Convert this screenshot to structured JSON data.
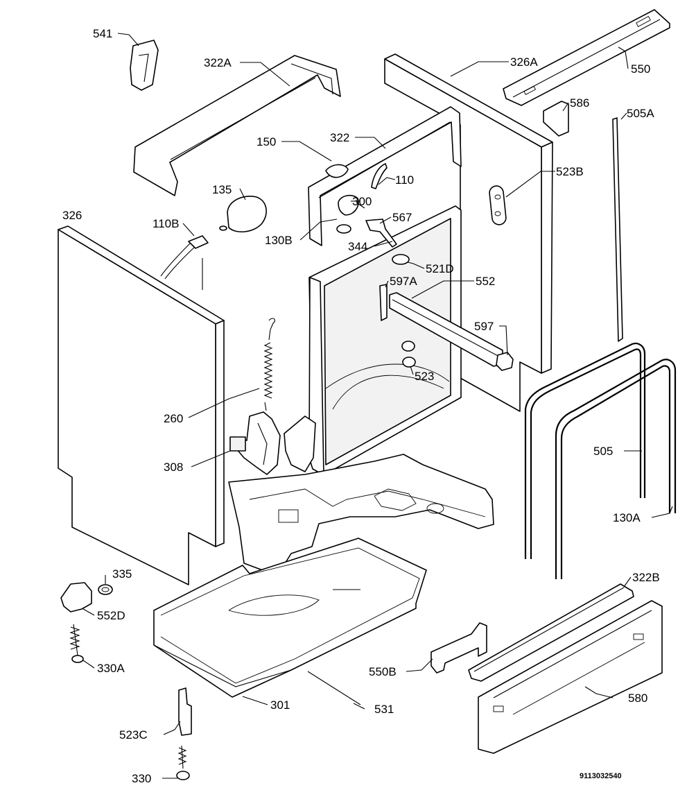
{
  "drawing_code": "9113032540",
  "parts": [
    {
      "id": "p541",
      "label": "541"
    },
    {
      "id": "p322a",
      "label": "322A"
    },
    {
      "id": "p326a",
      "label": "326A"
    },
    {
      "id": "p550",
      "label": "550"
    },
    {
      "id": "p586",
      "label": "586"
    },
    {
      "id": "p505a",
      "label": "505A"
    },
    {
      "id": "p150",
      "label": "150"
    },
    {
      "id": "p322",
      "label": "322"
    },
    {
      "id": "p110",
      "label": "110"
    },
    {
      "id": "p523b",
      "label": "523B"
    },
    {
      "id": "p135",
      "label": "135"
    },
    {
      "id": "p300",
      "label": "300"
    },
    {
      "id": "p326",
      "label": "326"
    },
    {
      "id": "p110b",
      "label": "110B"
    },
    {
      "id": "p567",
      "label": "567"
    },
    {
      "id": "p130b",
      "label": "130B"
    },
    {
      "id": "p344",
      "label": "344"
    },
    {
      "id": "p521d",
      "label": "521D"
    },
    {
      "id": "p597a",
      "label": "597A"
    },
    {
      "id": "p552",
      "label": "552"
    },
    {
      "id": "p597",
      "label": "597"
    },
    {
      "id": "p523",
      "label": "523"
    },
    {
      "id": "p260",
      "label": "260"
    },
    {
      "id": "p505",
      "label": "505"
    },
    {
      "id": "p308",
      "label": "308"
    },
    {
      "id": "p130a",
      "label": "130A"
    },
    {
      "id": "p335",
      "label": "335"
    },
    {
      "id": "p322b",
      "label": "322B"
    },
    {
      "id": "p552d",
      "label": "552D"
    },
    {
      "id": "p330a",
      "label": "330A"
    },
    {
      "id": "p550b",
      "label": "550B"
    },
    {
      "id": "p580",
      "label": "580"
    },
    {
      "id": "p301",
      "label": "301"
    },
    {
      "id": "p531",
      "label": "531"
    },
    {
      "id": "p523c",
      "label": "523C"
    },
    {
      "id": "p330",
      "label": "330"
    }
  ]
}
